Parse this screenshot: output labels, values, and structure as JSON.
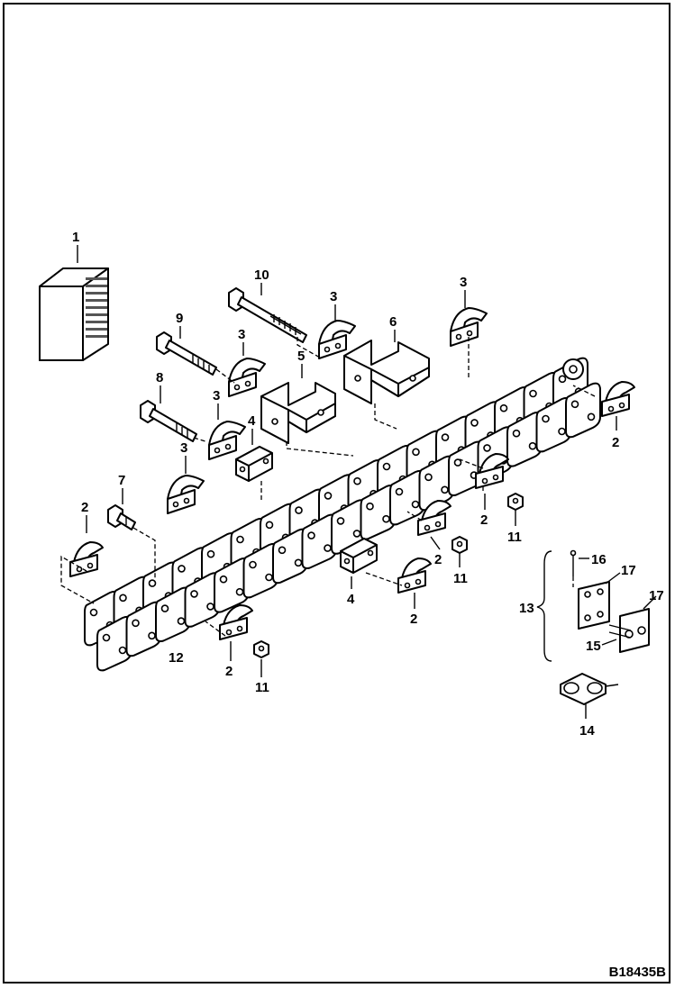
{
  "drawing": {
    "id": "B18435B",
    "callouts": {
      "c1": "1",
      "c2": "2",
      "c3": "3",
      "c4": "4",
      "c5": "5",
      "c6": "6",
      "c7": "7",
      "c8": "8",
      "c9": "9",
      "c10": "10",
      "c11": "11",
      "c12": "12",
      "c13": "13",
      "c14": "14",
      "c15": "15",
      "c16": "16",
      "c17": "17"
    }
  }
}
